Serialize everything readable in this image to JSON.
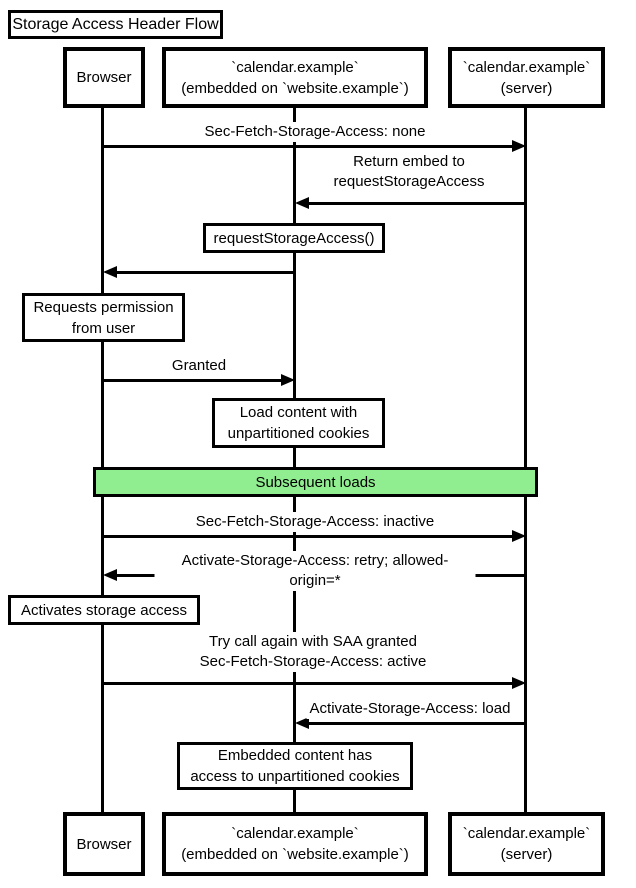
{
  "diagram": {
    "title": "Storage Access Header Flow",
    "participants": {
      "browser": {
        "label": "Browser"
      },
      "embed": {
        "label": "`calendar.example`\n(embedded on `website.example`)"
      },
      "server": {
        "label": "`calendar.example`\n(server)"
      }
    },
    "messages": [
      {
        "from": "browser",
        "to": "server",
        "direction": "right",
        "label": "Sec-Fetch-Storage-Access: none"
      },
      {
        "from": "server",
        "to": "embed",
        "direction": "left",
        "label": "Return embed to\nrequestStorageAccess"
      },
      {
        "from": "embed",
        "to": "browser",
        "direction": "left",
        "label": ""
      },
      {
        "from": "browser",
        "to": "embed",
        "direction": "right",
        "label": "Granted"
      },
      {
        "from": "browser",
        "to": "server",
        "direction": "right",
        "label": "Sec-Fetch-Storage-Access: inactive"
      },
      {
        "from": "server",
        "to": "browser",
        "direction": "left",
        "label": "Activate-Storage-Access: retry; allowed-origin=*"
      },
      {
        "from": "browser",
        "to": "server",
        "direction": "right",
        "label": "Try call again with SAA granted\nSec-Fetch-Storage-Access: active"
      },
      {
        "from": "server",
        "to": "embed",
        "direction": "left",
        "label": "Activate-Storage-Access: load"
      }
    ],
    "notes": [
      {
        "over": "embed",
        "label": "requestStorageAccess()"
      },
      {
        "over": "browser",
        "label": "Requests permission\nfrom user"
      },
      {
        "over": "embed",
        "label": "Load content with\nunpartitioned cookies"
      },
      {
        "over": "browser",
        "label": "Activates storage access"
      },
      {
        "over": "embed",
        "label": "Embedded content has\naccess to unpartitioned cookies"
      }
    ],
    "divider": {
      "label": "Subsequent loads",
      "fill": "#90EE90"
    },
    "colors": {
      "line": "#000000",
      "background": "#ffffff",
      "divider_fill": "#90EE90"
    }
  }
}
